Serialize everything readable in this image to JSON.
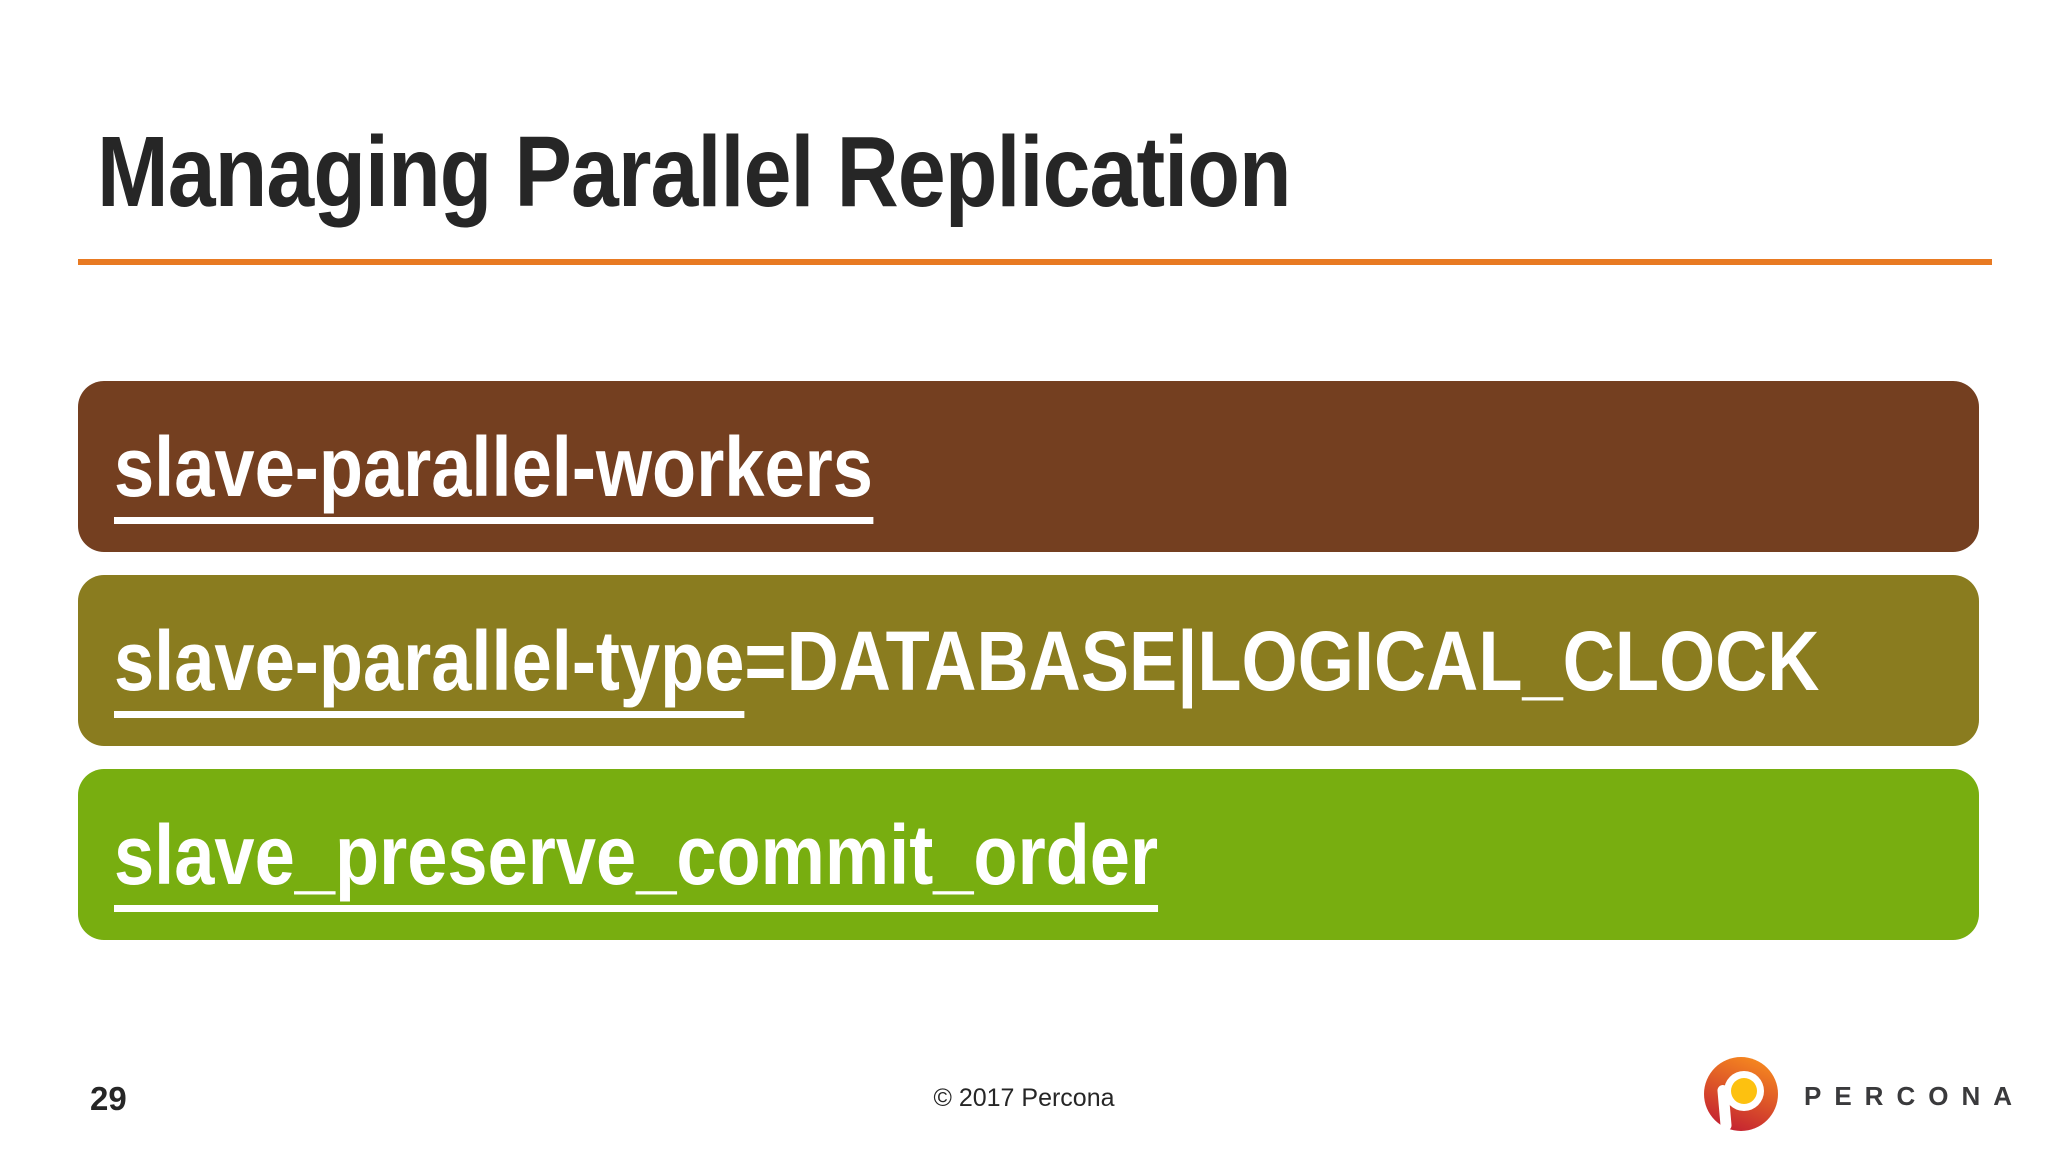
{
  "slide": {
    "title": "Managing Parallel Replication",
    "page_number": "29",
    "copyright": "© 2017 Percona"
  },
  "colors": {
    "accent_line": "#E87A22",
    "title_text": "#262626",
    "footer_text": "#262626",
    "bar_text": "#FFFFFF"
  },
  "bars": [
    {
      "name": "slave-parallel-workers",
      "color": "#743F20",
      "segments": [
        {
          "text": "slave-parallel-workers",
          "underline": true
        }
      ]
    },
    {
      "name": "slave-parallel-type",
      "color": "#8A7C1F",
      "segments": [
        {
          "text": "slave-parallel-type",
          "underline": true
        },
        {
          "text": "=DATABASE|LOGICAL_CLOCK",
          "underline": false
        }
      ]
    },
    {
      "name": "slave_preserve_commit_order",
      "color": "#78AE10",
      "segments": [
        {
          "text": "slave_preserve_commit_order",
          "underline": true
        }
      ]
    }
  ],
  "logo": {
    "wordmark": "PERCONA",
    "wordmark_color": "#3A3A3C",
    "gradient_top": "#F6891F",
    "gradient_bottom": "#C32032",
    "counter_yellow": "#FDC110",
    "p_white": "#FFFFFF"
  }
}
